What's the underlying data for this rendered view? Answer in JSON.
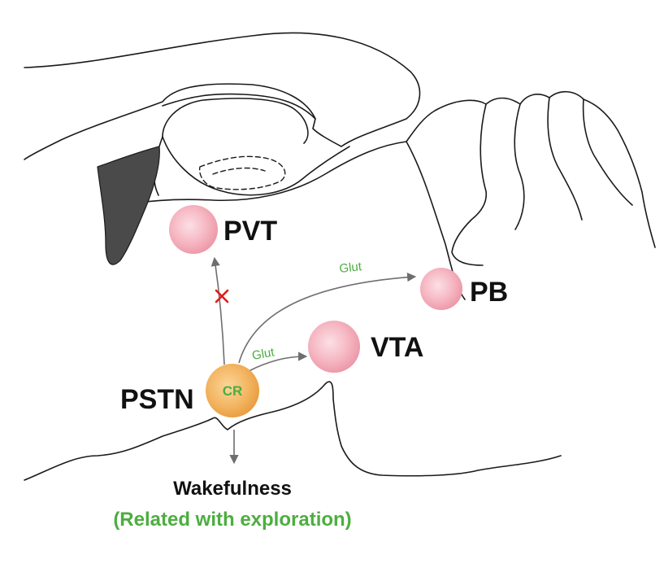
{
  "diagram": {
    "regions": {
      "pvt": "PVT",
      "pb": "PB",
      "vta": "VTA",
      "pstn": "PSTN"
    },
    "pstn_marker": "CR",
    "connections": {
      "pstn_to_pb": "Glut",
      "pstn_to_vta": "Glut"
    },
    "output": {
      "main": "Wakefulness",
      "detail": "(Related with exploration)"
    },
    "colors": {
      "nucleus_fill": "#f4a9b6",
      "pstn_fill": "#f2b25c",
      "glut_green": "#4cae3f",
      "blocked_red": "#e21a1a",
      "arrow_gray": "#6e6e6e",
      "outline": "#1a1a1a",
      "ventricle": "#4a4a4a"
    }
  }
}
